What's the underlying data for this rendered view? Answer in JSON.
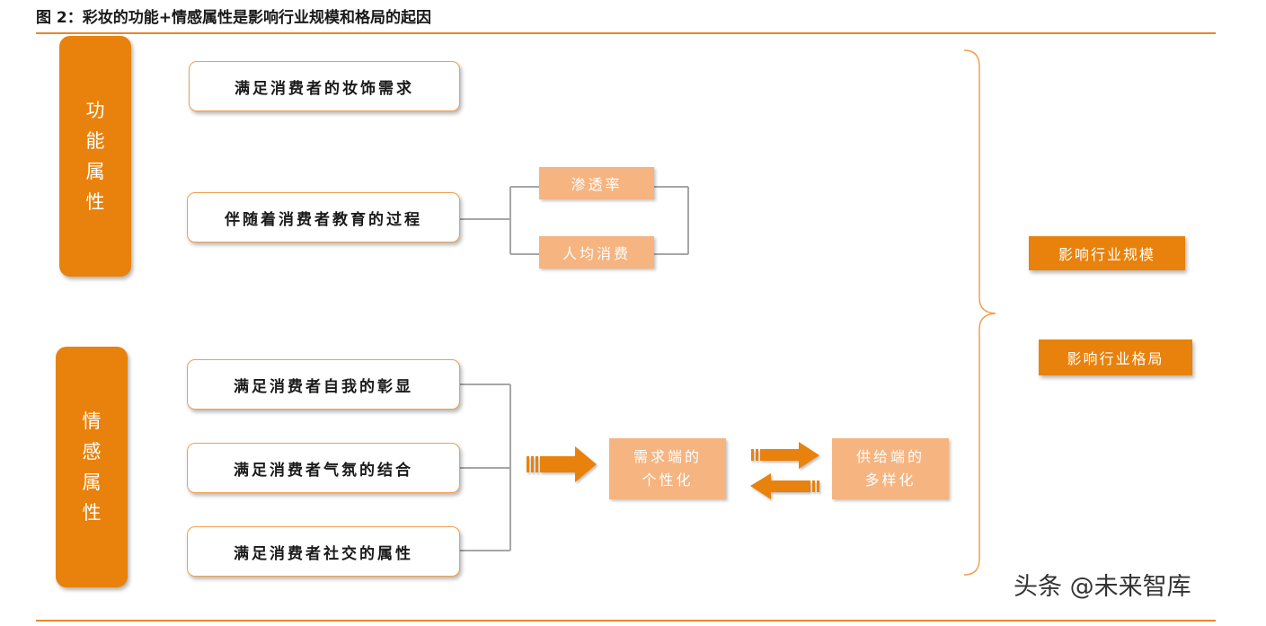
{
  "figure": {
    "title": "图 2：彩妆的功能+情感属性是影响行业规模和格局的起因"
  },
  "colors": {
    "accent": "#e8820c",
    "light_fill": "#f5b480",
    "box_border": "#f0a050",
    "connector": "#a6a6a6",
    "rule": "#e8872b"
  },
  "functional": {
    "label": "功能属性",
    "items": [
      "满足消费者的妆饰需求",
      "伴随着消费者教育的过程"
    ],
    "sub_items": [
      "渗透率",
      "人均消费"
    ]
  },
  "emotional": {
    "label": "情感属性",
    "items": [
      "满足消费者自我的彰显",
      "满足消费者气氛的结合",
      "满足消费者社交的属性"
    ]
  },
  "center": {
    "demand": "需求端的\n个性化",
    "supply": "供给端的\n多样化"
  },
  "outcomes": [
    "影响行业规模",
    "影响行业格局"
  ],
  "watermark": "头条 @未来智库"
}
